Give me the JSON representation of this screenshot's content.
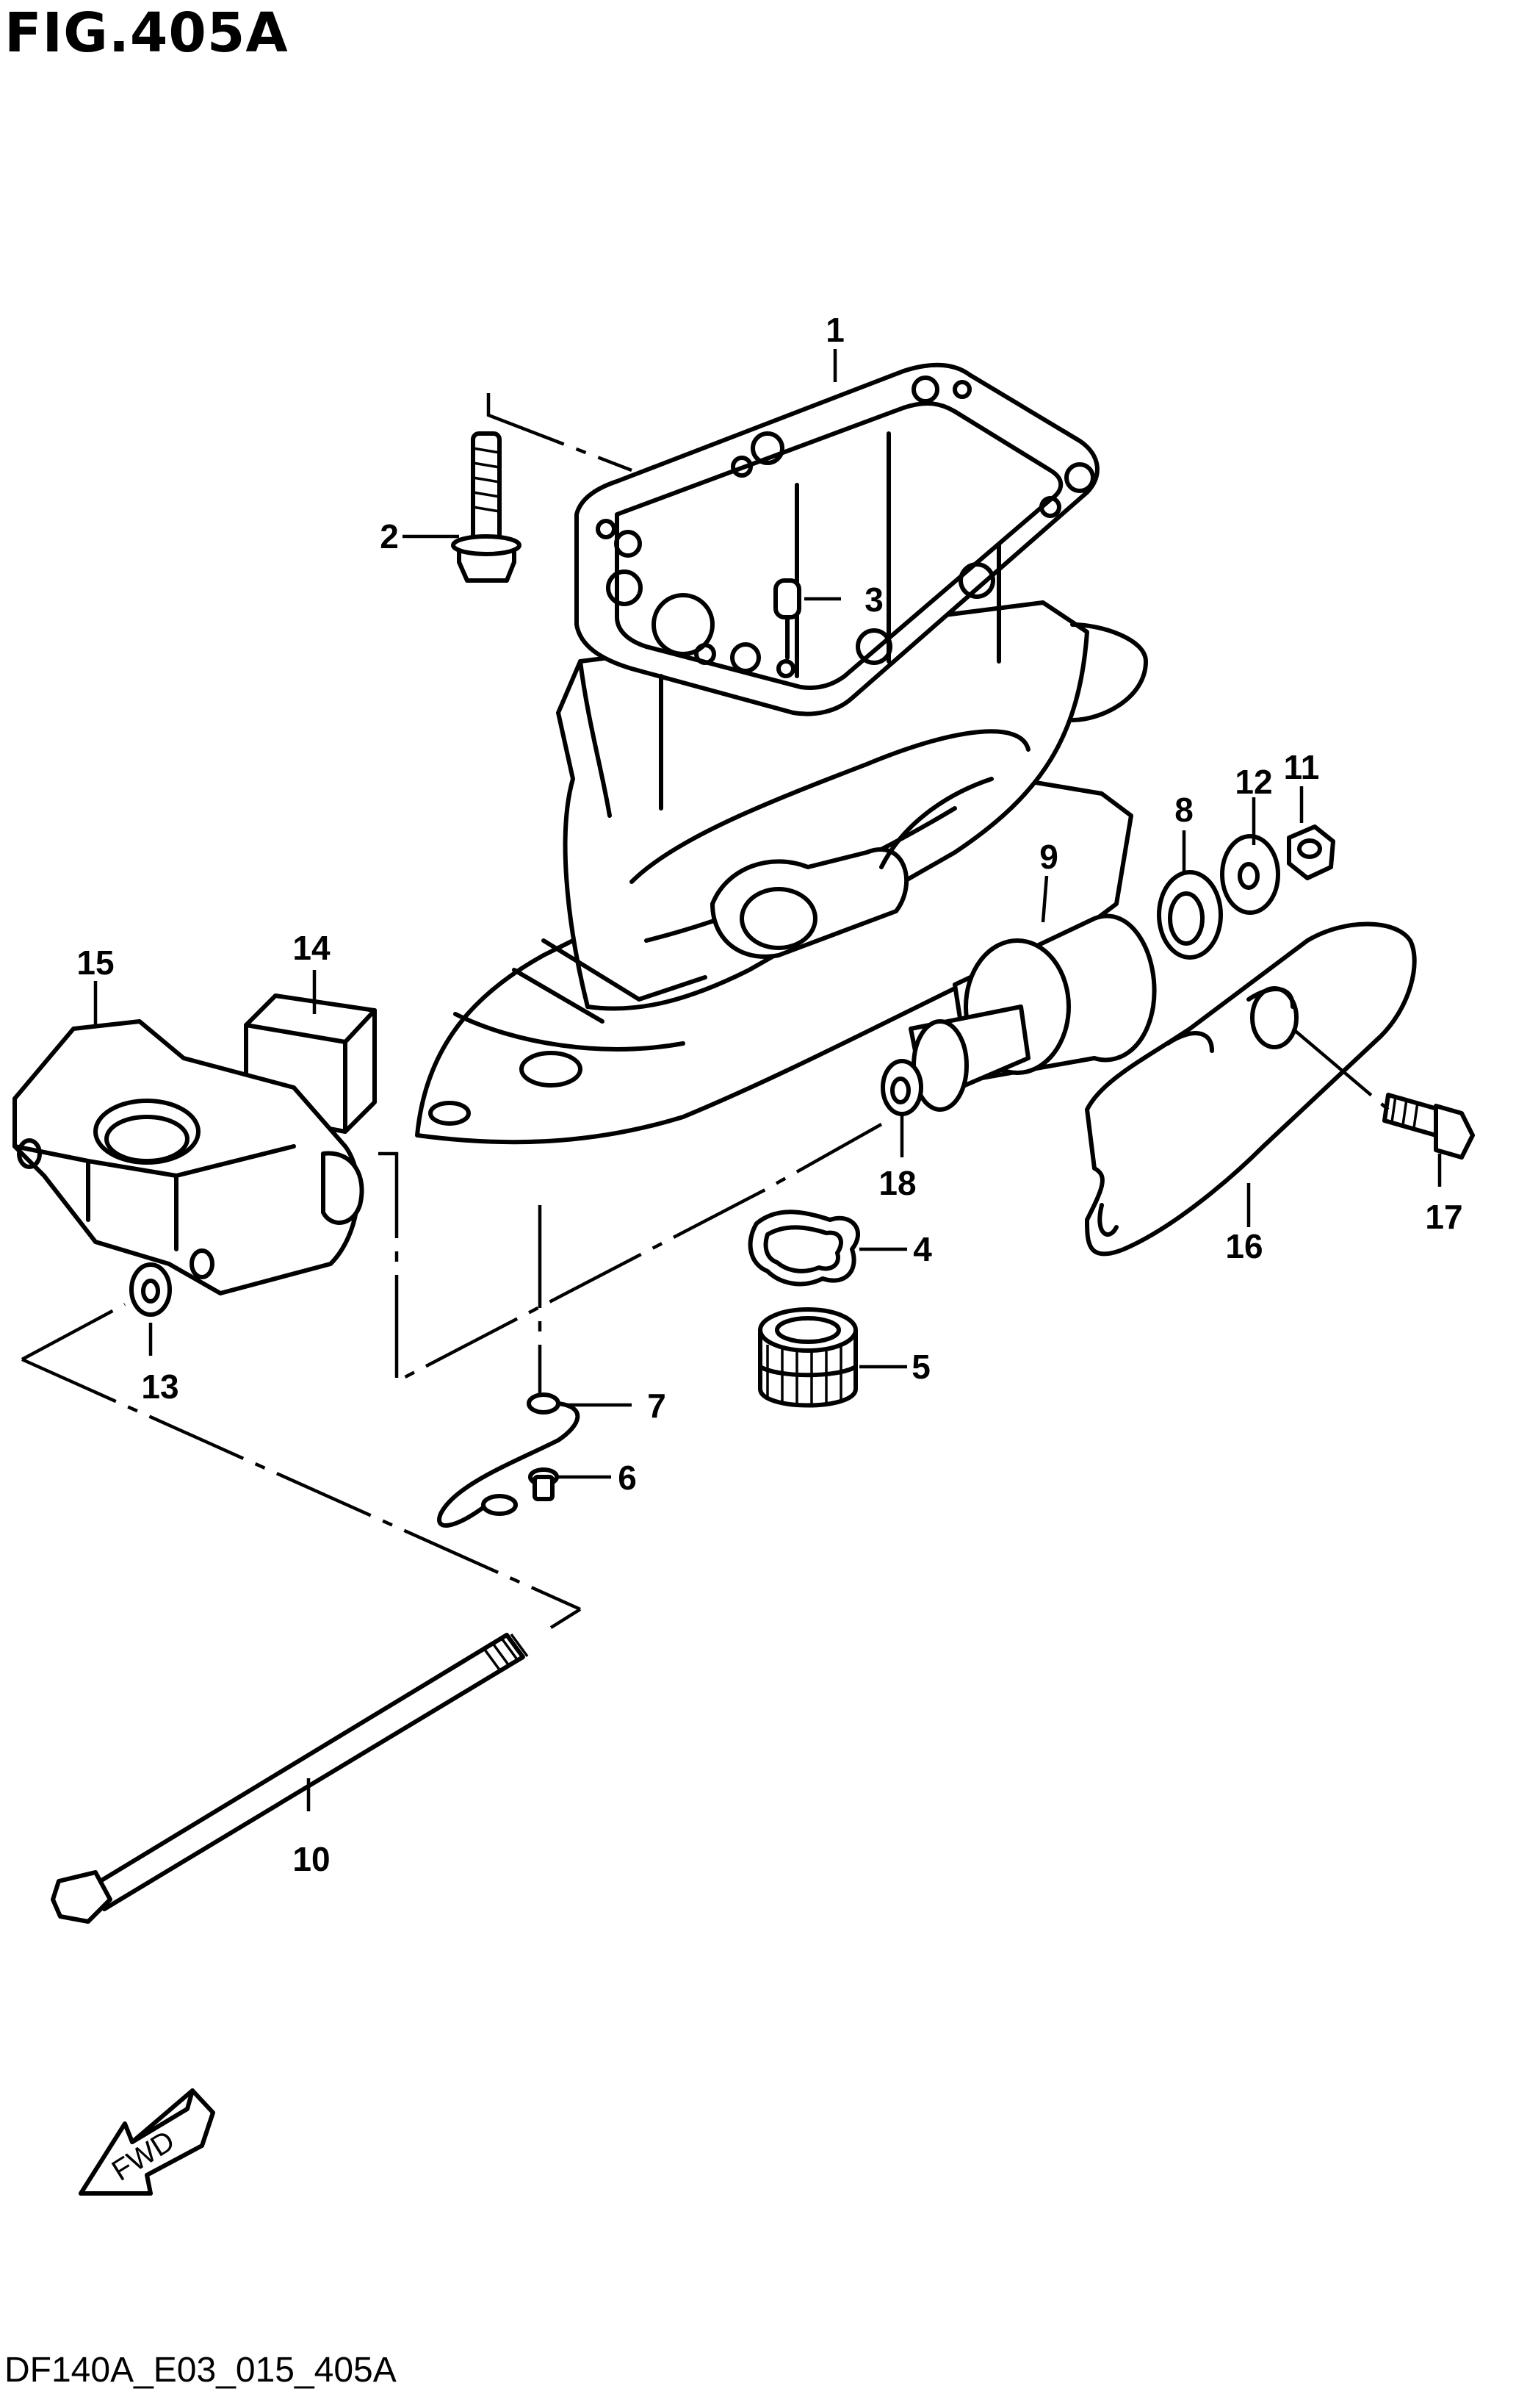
{
  "figure": {
    "title": "FIG.405A",
    "code": "DF140A_E03_015_405A"
  },
  "callouts": [
    "1",
    "2",
    "3",
    "4",
    "5",
    "6",
    "7",
    "8",
    "9",
    "10",
    "11",
    "12",
    "13",
    "14",
    "15",
    "16",
    "17",
    "18"
  ],
  "fwd_label": "FWD",
  "icons": {
    "fwd_arrow": "fwd-arrow-icon"
  }
}
